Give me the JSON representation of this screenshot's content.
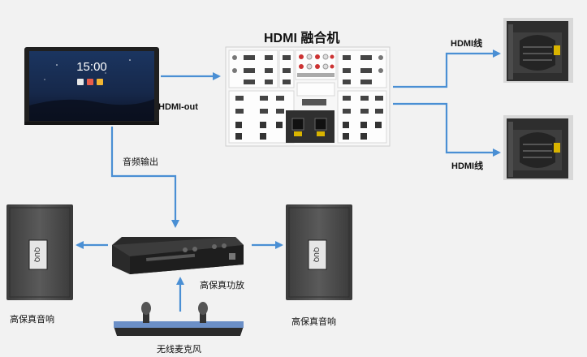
{
  "title": "HDMI 融合机",
  "labels": {
    "hdmi_out": "HDMI-out",
    "audio_out": "音频输出",
    "hdmi_line_1": "HDMI线",
    "hdmi_line_2": "HDMI线",
    "amplifier": "高保真功放",
    "speaker_left": "高保真音响",
    "speaker_right": "高保真音响",
    "wireless_mic": "无线麦克风"
  },
  "display_screen": {
    "clock": "15:00"
  },
  "colors": {
    "arrow": "#4a8fd4",
    "background": "#f2f2f2",
    "device_dark": "#2b2b2b",
    "led_panel": "#3a3a3a",
    "speaker_body": "#4a4a4a"
  }
}
